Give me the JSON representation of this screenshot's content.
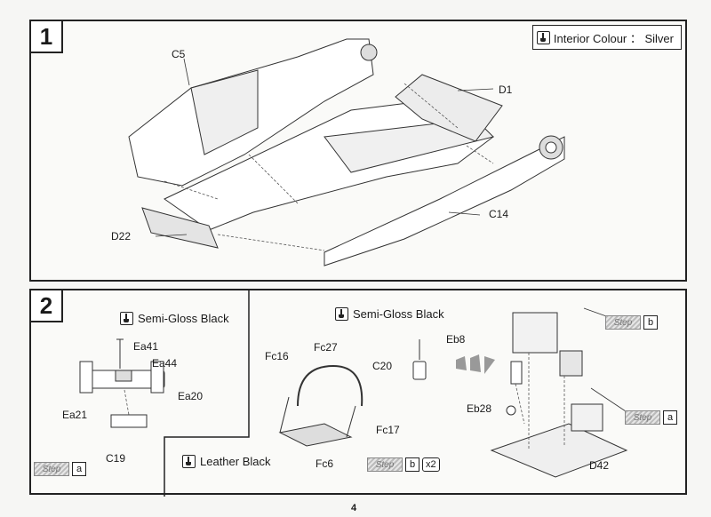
{
  "page": {
    "number": "4"
  },
  "step1": {
    "number": "1",
    "interior_colour": "Interior Colour ： Silver",
    "parts": {
      "c5": "C5",
      "d1": "D1",
      "d22": "D22",
      "c14": "C14"
    }
  },
  "step2": {
    "number": "2",
    "paint_left": "Semi-Gloss Black",
    "paint_right": "Semi-Gloss Black",
    "paint_bottom": "Leather Black",
    "parts": {
      "ea41": "Ea41",
      "ea44": "Ea44",
      "ea20": "Ea20",
      "ea21": "Ea21",
      "c19": "C19",
      "fc16": "Fc16",
      "fc27": "Fc27",
      "fc17": "Fc17",
      "fc6": "Fc6",
      "eb8": "Eb8",
      "c20": "C20",
      "eb28": "Eb28",
      "d42": "D42"
    },
    "step_word": "Step",
    "ref_a_left": "a",
    "ref_b_middle": "b",
    "ref_x2": "x2",
    "ref_b_right": "b",
    "ref_a_right": "a"
  }
}
